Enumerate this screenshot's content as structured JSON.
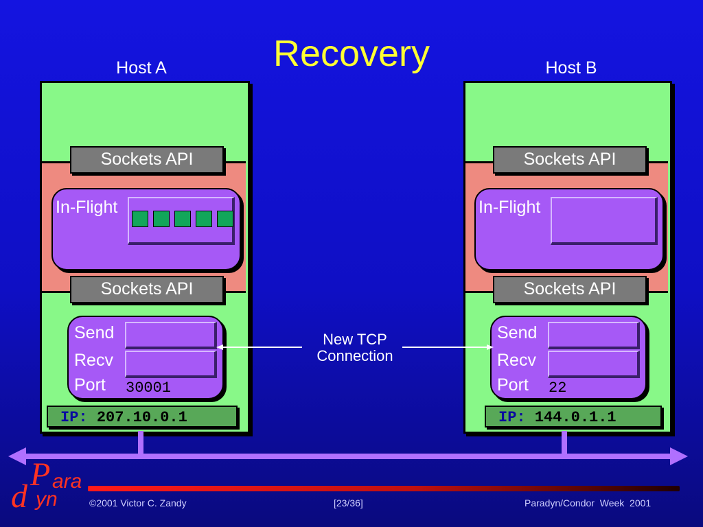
{
  "slide": {
    "title": "Recovery"
  },
  "hosts": [
    {
      "name": "Host A",
      "upper_api": "Sockets API",
      "lower_api": "Sockets API",
      "in_flight_label": "In-Flight",
      "in_flight_packets": 5,
      "send_label": "Send",
      "recv_label": "Recv",
      "port_label": "Port",
      "port_value": "30001",
      "ip_label": "IP:",
      "ip_value": "207.10.0.1"
    },
    {
      "name": "Host B",
      "upper_api": "Sockets API",
      "lower_api": "Sockets API",
      "in_flight_label": "In-Flight",
      "in_flight_packets": 0,
      "send_label": "Send",
      "recv_label": "Recv",
      "port_label": "Port",
      "port_value": "22",
      "ip_label": "IP:",
      "ip_value": "144.0.1.1"
    }
  ],
  "connection": {
    "line1": "New TCP",
    "line2": "Connection"
  },
  "footer": {
    "logo_big_p": "P",
    "logo_ara": "ara",
    "logo_d": "d",
    "logo_yn": "yn",
    "copyright": "©2001 Victor C. Zandy",
    "page": "[23/36]",
    "event": "Paradyn/Condor  Week  2001"
  },
  "colors": {
    "title": "#ffff33",
    "host_bg": "#88f888",
    "band": "#ee8a80",
    "api": "#7a7a7a",
    "purple": "#a659f6",
    "packet": "#12a65a",
    "ip_box": "#58a858",
    "network_line": "#b070ff"
  }
}
